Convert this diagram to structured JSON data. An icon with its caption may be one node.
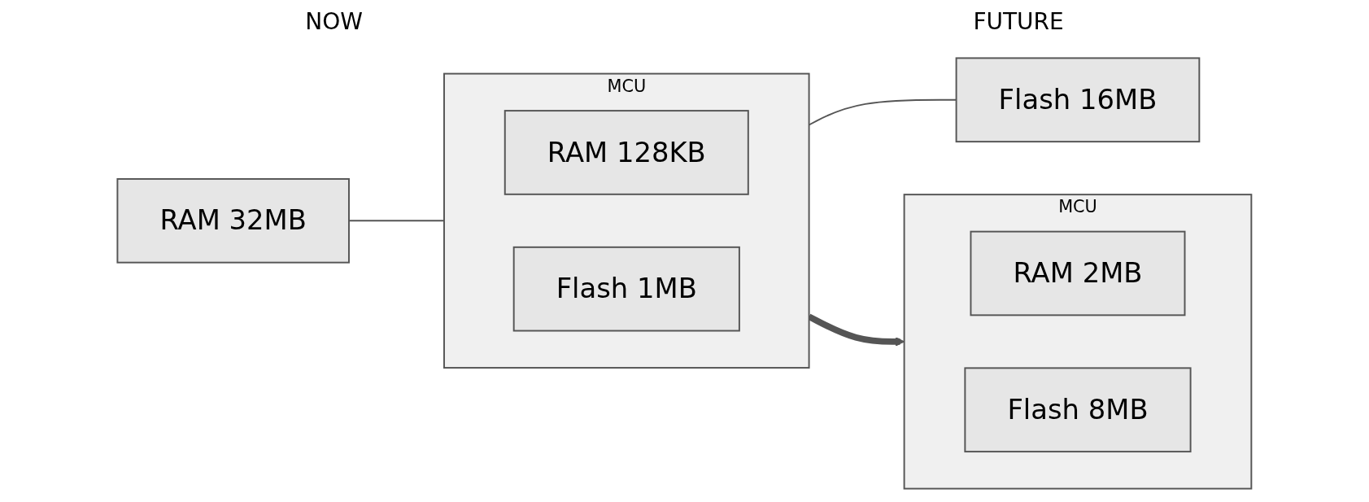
{
  "diagram": {
    "nodes": [
      {
        "text": [
          "RAM 32MB"
        ]
      },
      {
        "text": [
          "MCU"
        ]
      },
      {
        "text": [
          "RAM 128KB"
        ],
        "in": 1
      },
      {
        "text": [
          "Flash 1MB"
        ],
        "in": 1
      },
      {
        "text": [
          "Flash 16MB"
        ]
      },
      {
        "text": [
          "MCU"
        ]
      },
      {
        "text": [
          "RAM 2MB"
        ],
        "in": 5
      },
      {
        "text": [
          "Flash 8MB"
        ],
        "in": 5
      }
    ],
    "edges": [
      {
        "from": 0,
        "to": 1,
        "arrow": "none"
      },
      {
        "from": 1,
        "to": 4,
        "arrow": "none"
      },
      {
        "from": 1,
        "to": 5,
        "arrow": "to",
        "style": "thick"
      }
    ],
    "labels": [
      "NOW",
      "FUTURE"
    ]
  }
}
